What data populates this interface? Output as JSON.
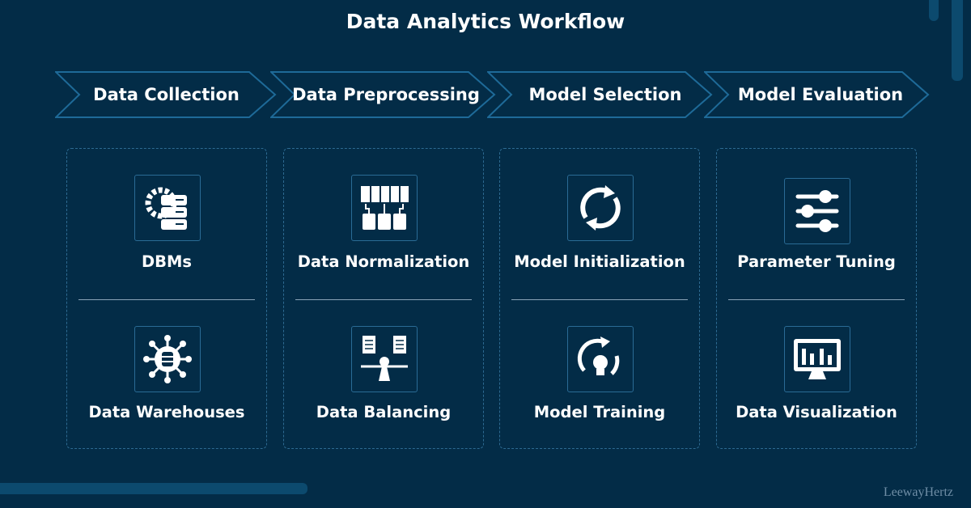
{
  "title": "Data Analytics Workflow",
  "stages": [
    {
      "label": "Data Collection",
      "items": [
        {
          "icon": "database-gear-icon",
          "label": "DBMs"
        },
        {
          "icon": "data-warehouse-network-icon",
          "label": "Data Warehouses"
        }
      ]
    },
    {
      "label": "Data Preprocessing",
      "items": [
        {
          "icon": "data-normalization-icon",
          "label": "Data Normalization"
        },
        {
          "icon": "data-balancing-icon",
          "label": "Data Balancing"
        }
      ]
    },
    {
      "label": "Model Selection",
      "items": [
        {
          "icon": "refresh-cycle-icon",
          "label": "Model Initialization"
        },
        {
          "icon": "lightbulb-cycle-icon",
          "label": "Model Training"
        }
      ]
    },
    {
      "label": "Model Evaluation",
      "items": [
        {
          "icon": "sliders-icon",
          "label": "Parameter Tuning"
        },
        {
          "icon": "monitor-chart-icon",
          "label": "Data Visualization"
        }
      ]
    }
  ],
  "brand": "LeewayHertz",
  "colors": {
    "background": "#032c47",
    "accent": "#2a6b95"
  }
}
